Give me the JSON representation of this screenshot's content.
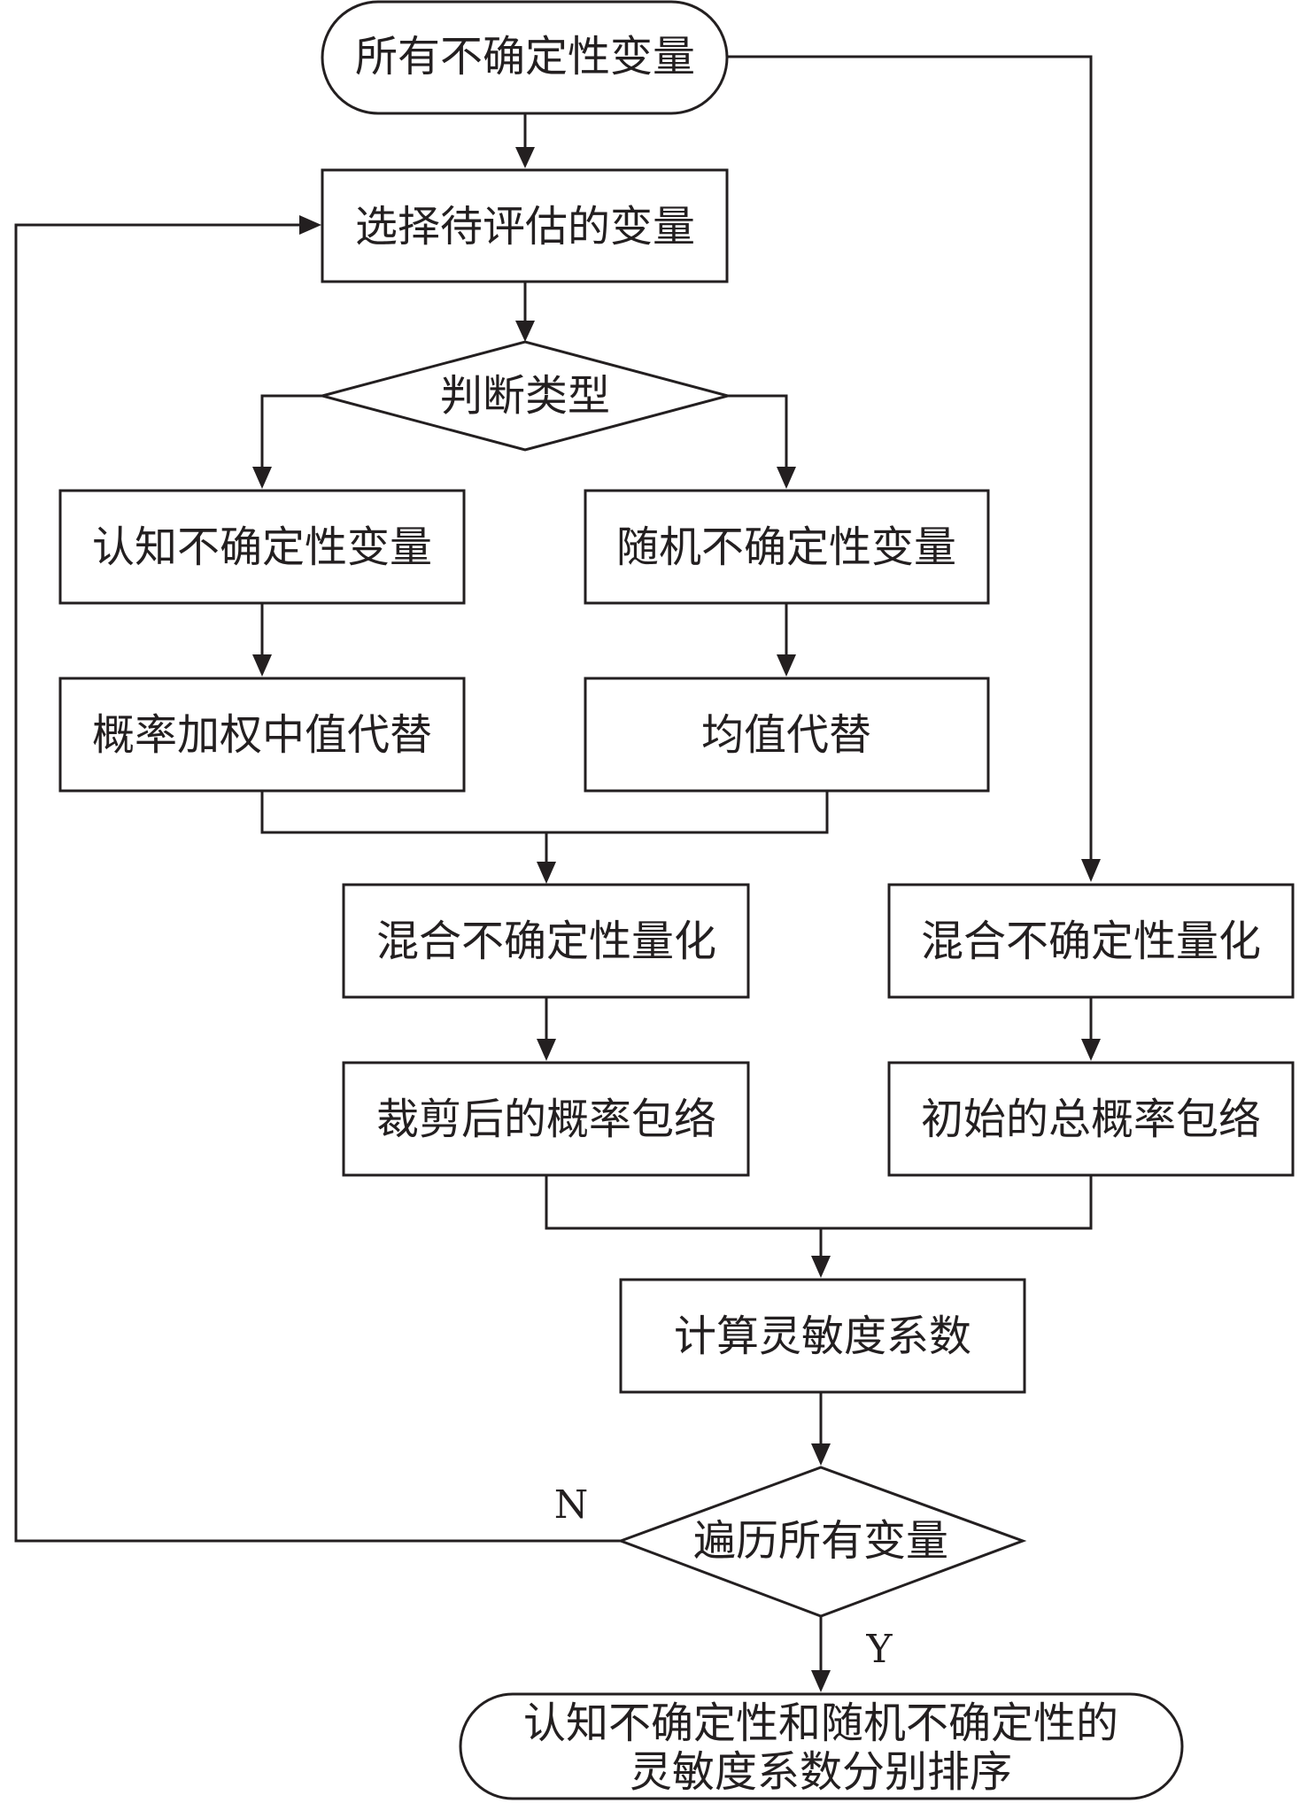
{
  "nodes": {
    "start": "所有不确定性变量",
    "select": "选择待评估的变量",
    "judge": "判断类型",
    "epistemic": "认知不确定性变量",
    "aleatory": "随机不确定性变量",
    "prob_weighted": "概率加权中值代替",
    "mean_replace": "均值代替",
    "hybrid_left": "混合不确定性量化",
    "hybrid_right": "混合不确定性量化",
    "clipped": "裁剪后的概率包络",
    "initial": "初始的总概率包络",
    "compute": "计算灵敏度系数",
    "traverse": "遍历所有变量",
    "end_line1": "认知不确定性和随机不确定性的",
    "end_line2": "灵敏度系数分别排序"
  },
  "edge_labels": {
    "no": "N",
    "yes": "Y"
  }
}
